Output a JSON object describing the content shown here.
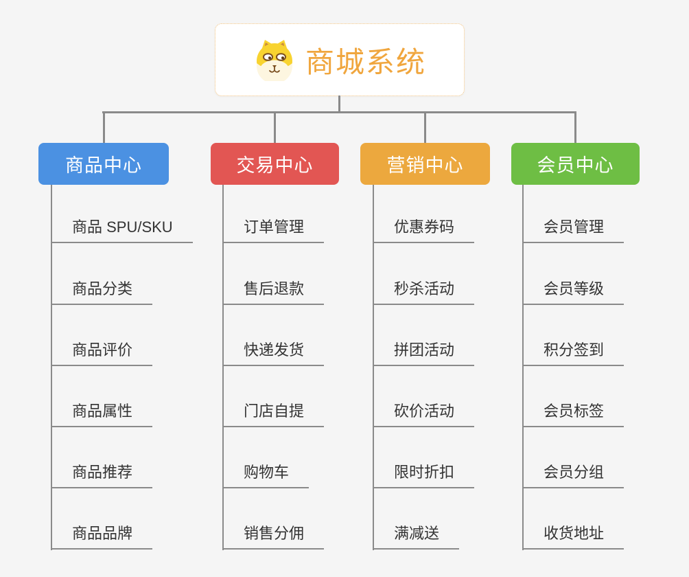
{
  "root": {
    "title": "商城系统",
    "icon": "shiba-dog-icon",
    "text_color": "#f0a63e",
    "border_color": "#f2c27f"
  },
  "connector_color": "#8a8a8a",
  "background_color": "#f5f5f5",
  "branches": [
    {
      "label": "商品中心",
      "color": "#4b91e2",
      "items": [
        "商品 SPU/SKU",
        "商品分类",
        "商品评价",
        "商品属性",
        "商品推荐",
        "商品品牌"
      ]
    },
    {
      "label": "交易中心",
      "color": "#e25653",
      "items": [
        "订单管理",
        "售后退款",
        "快递发货",
        "门店自提",
        "购物车",
        "销售分佣"
      ]
    },
    {
      "label": "营销中心",
      "color": "#eca83e",
      "items": [
        "优惠券码",
        "秒杀活动",
        "拼团活动",
        "砍价活动",
        "限时折扣",
        "满减送"
      ]
    },
    {
      "label": "会员中心",
      "color": "#6ebe44",
      "items": [
        "会员管理",
        "会员等级",
        "积分签到",
        "会员标签",
        "会员分组",
        "收货地址"
      ]
    }
  ]
}
